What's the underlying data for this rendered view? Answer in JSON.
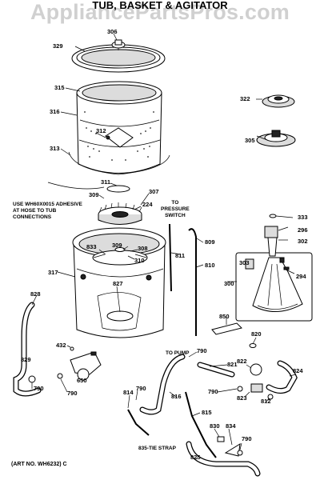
{
  "watermark": "AppliancePartsPros.com",
  "title": "TUB, BASKET & AGITATOR",
  "adhesive_note": [
    "USE WH60X0015 ADHESIVE",
    "AT HOSE TO TUB",
    "CONNECTIONS"
  ],
  "pressure_note": [
    "TO",
    "PRESSURE",
    "SWITCH"
  ],
  "to_pump": "TO PUMP",
  "tie_strap": "835-TIE STRAP",
  "art_no": "(ART NO. WH6232) C",
  "parts": {
    "p306": "306",
    "p329": "329",
    "p315": "315",
    "p316": "316",
    "p312": "312",
    "p313": "313",
    "p309a": "309",
    "p311": "311",
    "p307": "307",
    "p224": "224",
    "p322": "322",
    "p305": "305",
    "p333": "333",
    "p296": "296",
    "p302": "302",
    "p303": "303",
    "p294": "294",
    "p300": "300",
    "p833": "833",
    "p309b": "309",
    "p308": "308",
    "p310": "310",
    "p317": "317",
    "p827": "827",
    "p811": "811",
    "p809": "809",
    "p810": "810",
    "p828": "828",
    "p850": "850",
    "p820": "820",
    "p432": "432",
    "p790a": "790",
    "p821": "821",
    "p822": "822",
    "p824": "824",
    "p829": "829",
    "p790b": "790",
    "p790c": "790",
    "p650": "650",
    "p814": "814",
    "p790d": "790",
    "p816": "816",
    "p790e": "790",
    "p823": "823",
    "p812": "812",
    "p815": "815",
    "p830": "830",
    "p834": "834",
    "p790f": "790",
    "p825": "825"
  }
}
